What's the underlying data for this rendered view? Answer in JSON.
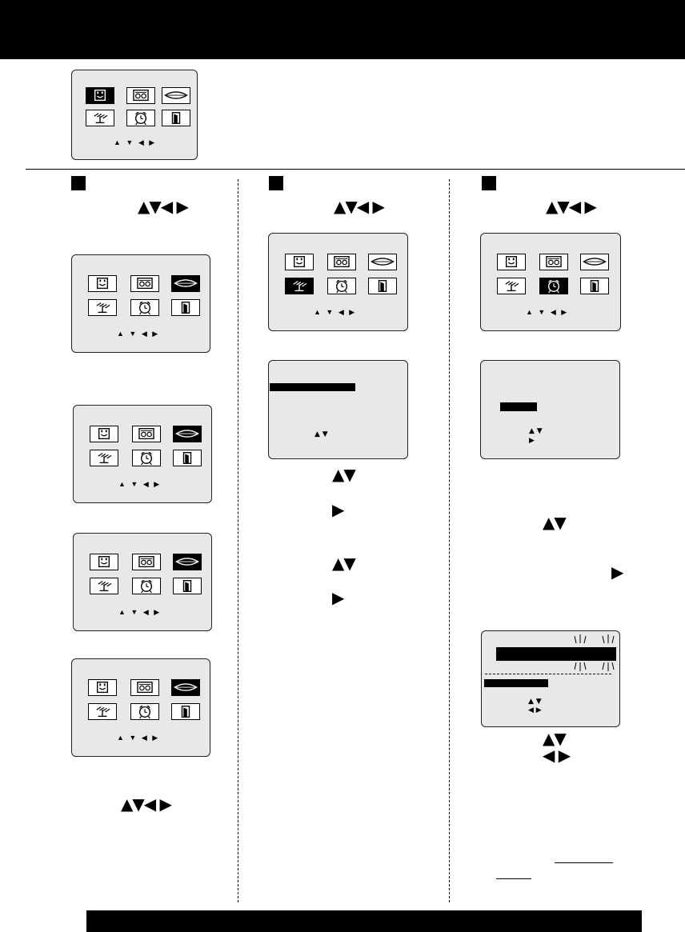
{
  "nav_arrows_small": "▲ ▼ ◀ ▶",
  "nav_arrows_big": "▲▼◀ ▶",
  "up_down_big": "▲▼",
  "right_big": "▶",
  "left_right_big": "◀ ▶",
  "up_down_small": "▲ ▼",
  "right_small": "▶",
  "left_right_small": "◀ ▶",
  "icons": [
    "picture",
    "tape",
    "lips",
    "antenna",
    "alarm-clock",
    "door"
  ],
  "screens": {
    "top": {
      "selected": "picture"
    },
    "col1_a": {
      "selected": "lips"
    },
    "col1_b": {
      "selected": "lips"
    },
    "col1_c": {
      "selected": "lips"
    },
    "col1_d": {
      "selected": "lips"
    },
    "col2_a": {
      "selected": "antenna"
    },
    "col3_a": {
      "selected": "alarm-clock"
    }
  }
}
